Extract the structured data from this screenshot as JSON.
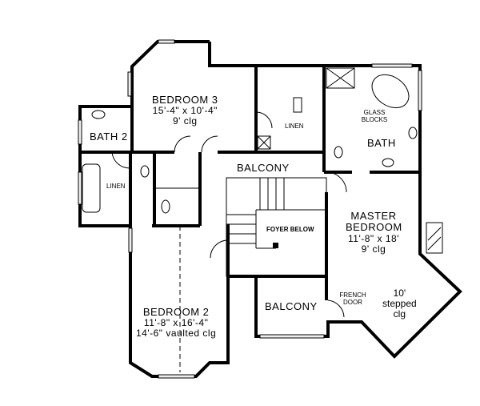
{
  "rooms": {
    "bedroom3": {
      "name": "BEDROOM 3",
      "size": "15'-4\" x 10'-4\"",
      "ceiling": "9' clg"
    },
    "bath2": {
      "name": "BATH 2"
    },
    "linen_left": {
      "name": "LINEN"
    },
    "linen_top": {
      "name": "LINEN"
    },
    "glass_blocks": {
      "name": "GLASS BLOCKS"
    },
    "bath": {
      "name": "BATH"
    },
    "balcony_upper": {
      "name": "BALCONY"
    },
    "foyer": {
      "name": "FOYER BELOW"
    },
    "master": {
      "name": "MASTER BEDROOM",
      "size": "11'-8\" x 18'",
      "ceiling": "9' clg"
    },
    "stepped": {
      "line1": "10'",
      "line2": "stepped",
      "line3": "clg"
    },
    "french_door": {
      "name": "FRENCH DOOR"
    },
    "balcony_lower": {
      "name": "BALCONY"
    },
    "bedroom2": {
      "name": "BEDROOM 2",
      "size": "11'-8\" x 16'-4\"",
      "ceiling": "14'-6\" vaulted clg"
    }
  }
}
